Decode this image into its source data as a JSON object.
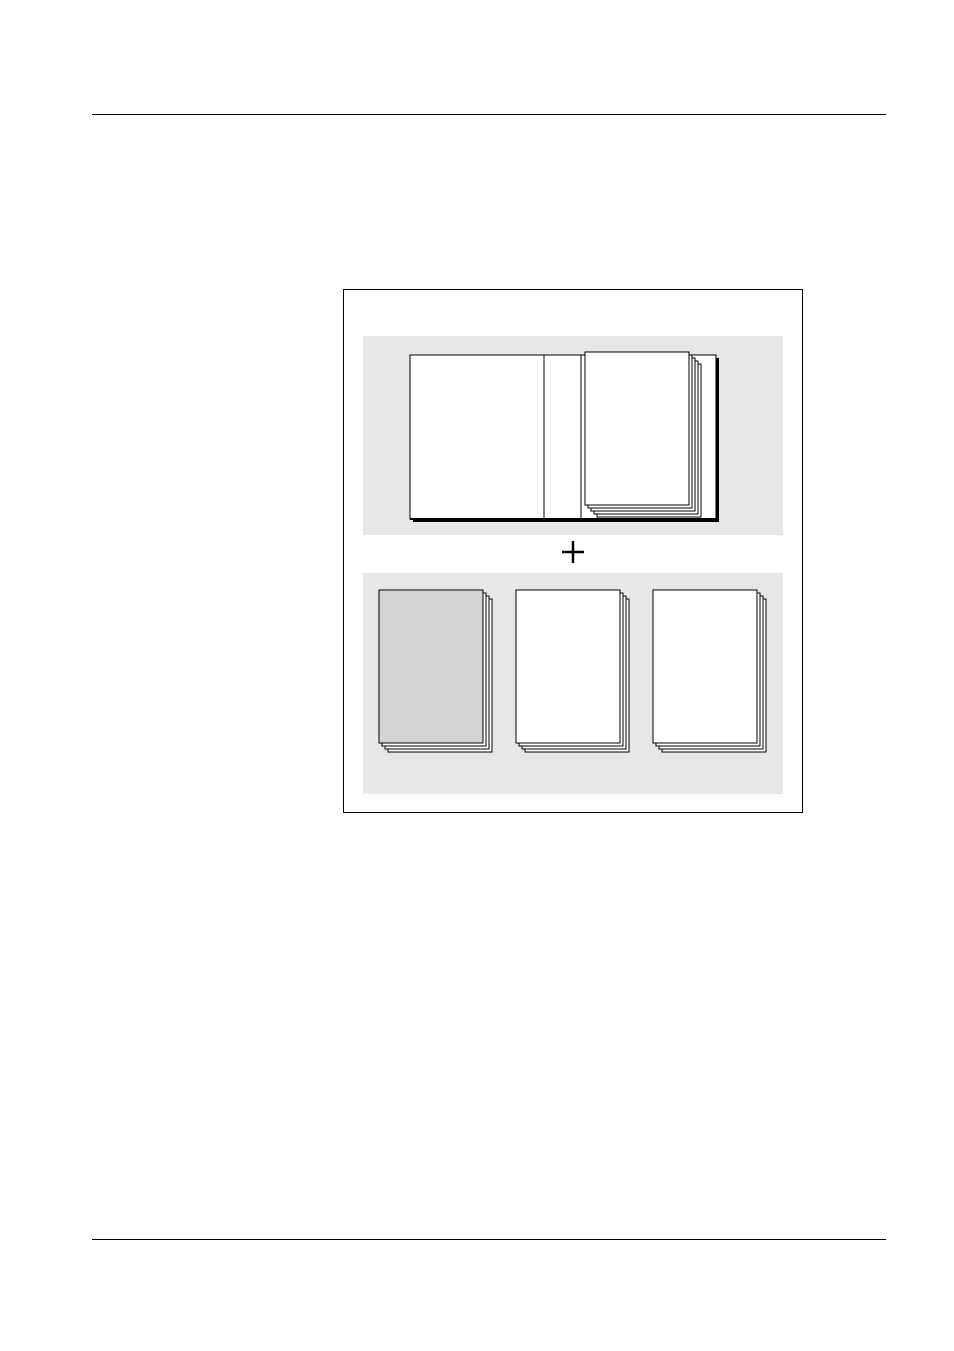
{
  "page": {
    "header_rule": true,
    "footer_rule": true
  },
  "figure": {
    "panel_color": "#e6e7e8",
    "line_color": "#000000",
    "sheet_color": "#ffffff",
    "gray_sheet_color": "#d1d3d4",
    "top_panel": {
      "item": "open-binder-with-inserted-sheet-stack"
    },
    "plus_icon": "plus-icon",
    "bottom_panel": {
      "stacks": [
        {
          "name": "gray-sheet-stack",
          "fill": "gray"
        },
        {
          "name": "white-sheet-stack",
          "fill": "white"
        },
        {
          "name": "white-sheet-stack",
          "fill": "white"
        }
      ]
    }
  }
}
